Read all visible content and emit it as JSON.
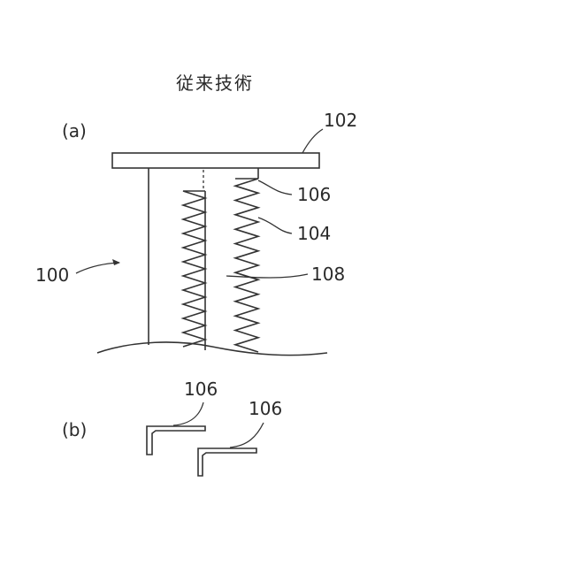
{
  "title": "従来技術",
  "panels": {
    "a": {
      "tag": "(a)"
    },
    "b": {
      "tag": "(b)"
    }
  },
  "refs": {
    "r100": "100",
    "r102": "102",
    "r104": "104",
    "r106": "106",
    "r108": "108",
    "r106_b1": "106",
    "r106_b2": "106"
  }
}
